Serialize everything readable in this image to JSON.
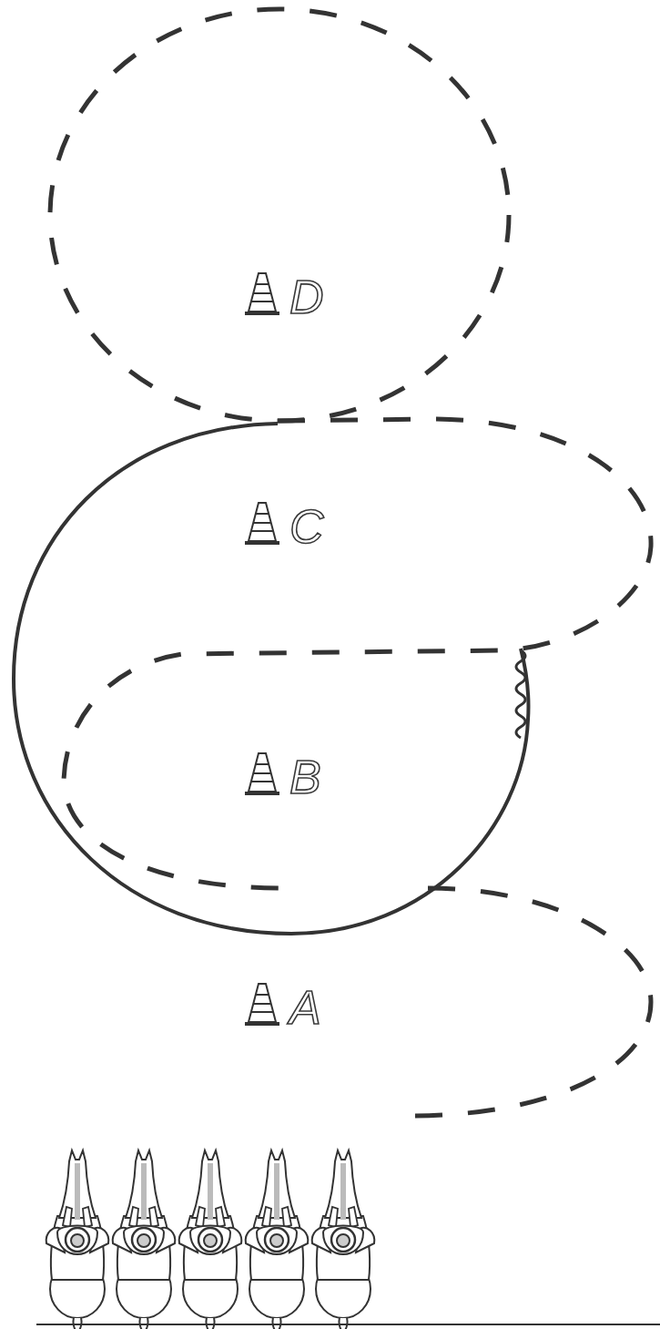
{
  "diagram": {
    "labels": [
      "D",
      "C",
      "B",
      "A"
    ]
  }
}
